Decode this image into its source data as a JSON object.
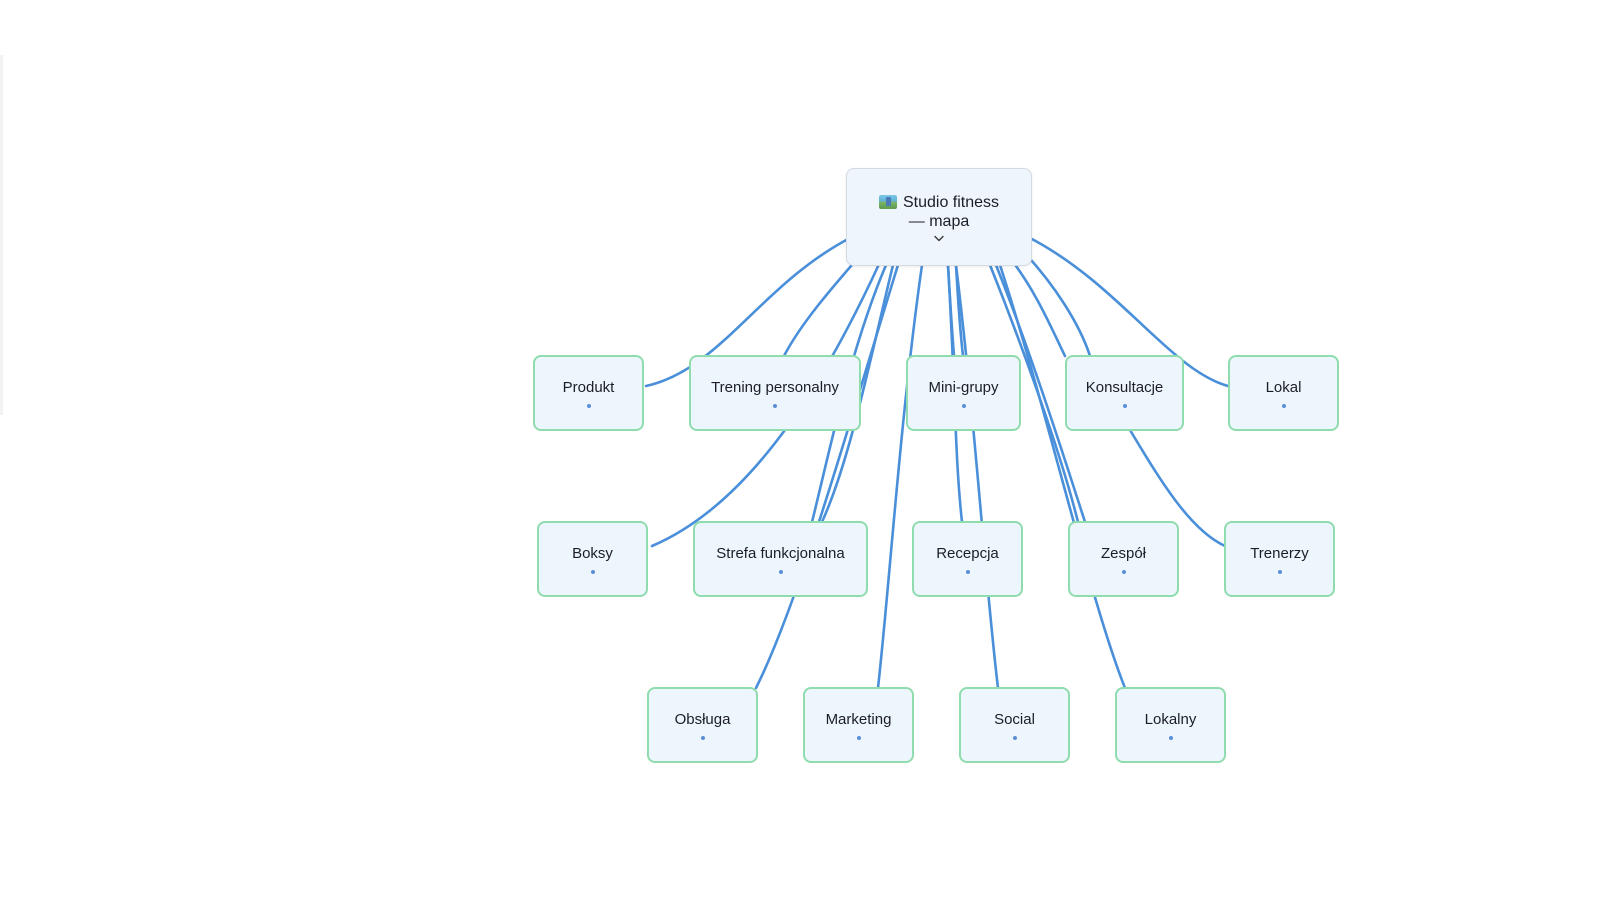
{
  "root": {
    "icon": "world-map-icon",
    "title_line1": "Studio fitness",
    "title_line2": "— mapa",
    "chevron_icon": "chevron-down-icon"
  },
  "nodes": [
    {
      "label": "Produkt"
    },
    {
      "label": "Trening personalny"
    },
    {
      "label": "Mini-grupy"
    },
    {
      "label": "Konsultacje"
    },
    {
      "label": "Lokal"
    },
    {
      "label": "Boksy"
    },
    {
      "label": "Strefa funkcjonalna"
    },
    {
      "label": "Recepcja"
    },
    {
      "label": "Zespół"
    },
    {
      "label": "Trenerzy"
    },
    {
      "label": "Obsługa"
    },
    {
      "label": "Marketing"
    },
    {
      "label": "Social"
    },
    {
      "label": "Lokalny"
    }
  ],
  "colors": {
    "edge": "#4a8fd9",
    "node_border": "#8fdcae",
    "node_fill": "#eef6fd",
    "dot": "#5a8fd6"
  }
}
